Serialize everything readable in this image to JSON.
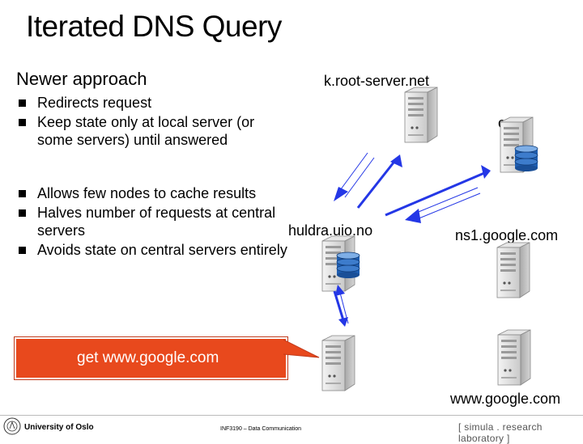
{
  "title": "Iterated DNS Query",
  "subtitle": "Newer approach",
  "bullets_top": [
    "Redirects request",
    "Keep state only at local server (or some servers) until answered"
  ],
  "bullets_bottom": [
    "Allows few nodes to cache results",
    "Halves number of requests at central servers",
    "Avoids state on central servers entirely"
  ],
  "nodes": {
    "root": "k.root-server.net",
    "com": "com",
    "local": "huldra.uio.no",
    "google_ns": "ns1.google.com",
    "client_query": "get www.google.com",
    "web": "www.google.com"
  },
  "footer": {
    "university": "University of Oslo",
    "course": "INF3190 – Data Communication",
    "lab": "[ simula . research laboratory ]"
  },
  "colors": {
    "arrow": "#2437e6",
    "callout": "#e8491d",
    "database": "#1f5fb3"
  }
}
